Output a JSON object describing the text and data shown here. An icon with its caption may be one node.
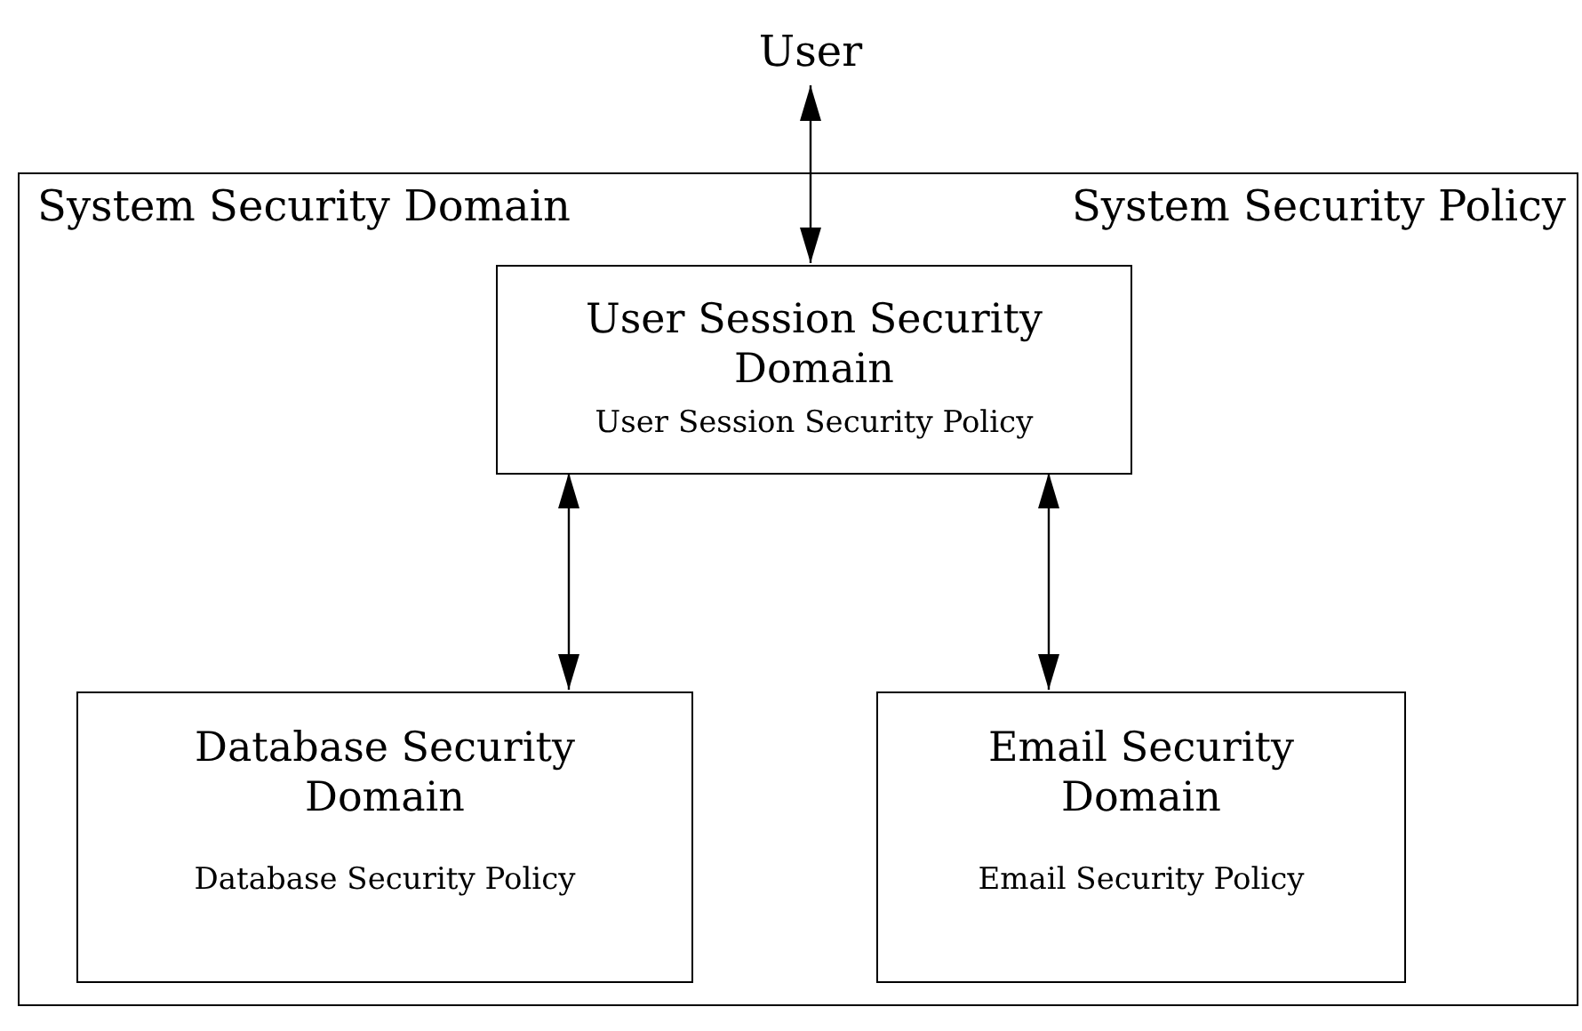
{
  "diagram": {
    "nodes": [
      {
        "text": [
          "User"
        ]
      },
      {
        "text": [
          "System Security Domain",
          "System Security Policy"
        ]
      },
      {
        "text": [
          "User Session Security Domain",
          "User Session Security Policy"
        ],
        "in": 1
      },
      {
        "text": [
          "Database Security Domain",
          "Database Security Policy"
        ],
        "in": 1
      },
      {
        "text": [
          "Email Security Domain",
          "Email Security Policy"
        ],
        "in": 1
      }
    ],
    "edges": [
      {
        "from": 0,
        "to": 2,
        "arrow": "both"
      },
      {
        "from": 2,
        "to": 3,
        "arrow": "both"
      },
      {
        "from": 2,
        "to": 4,
        "arrow": "both"
      }
    ]
  }
}
